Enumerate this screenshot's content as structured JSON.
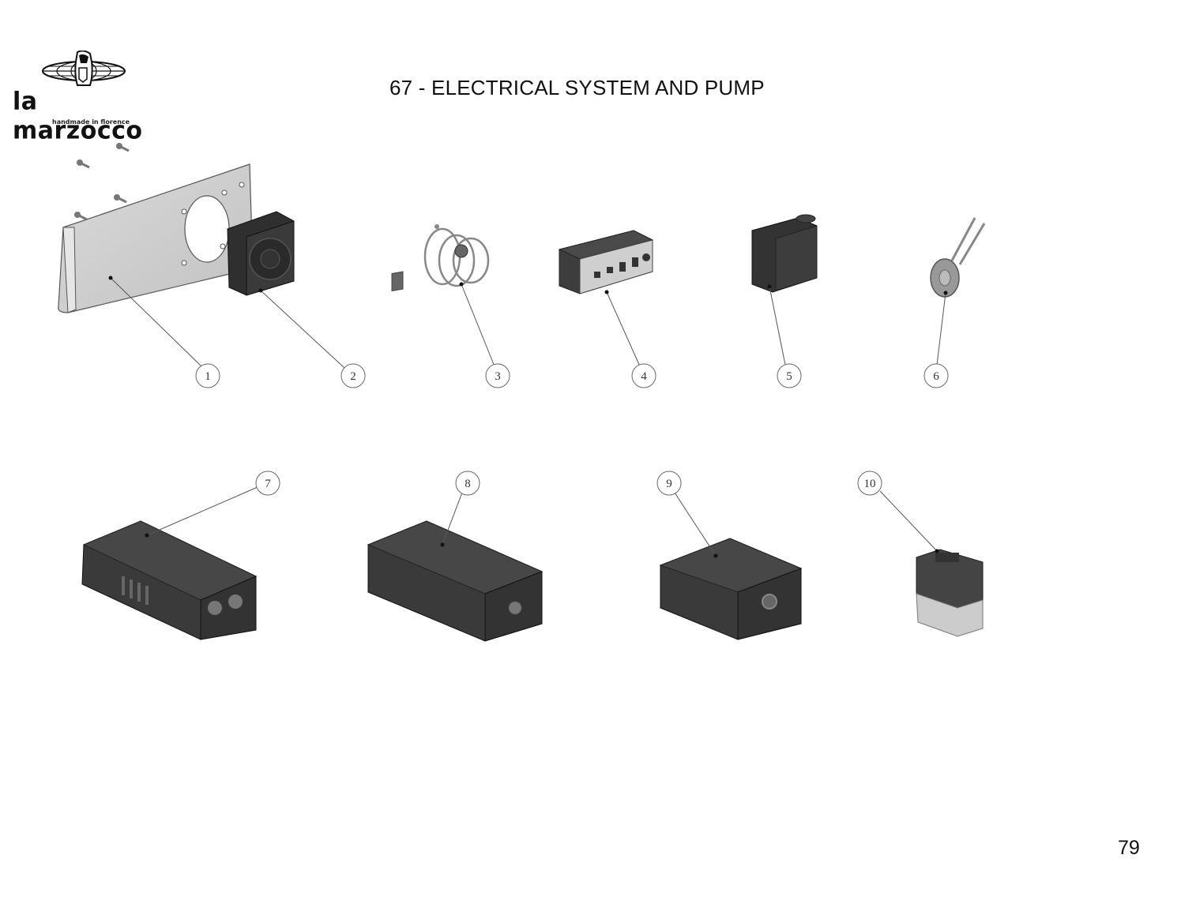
{
  "header": {
    "brand": "la marzocco",
    "tagline": "handmade in florence",
    "title": "67 - ELECTRICAL SYSTEM AND PUMP"
  },
  "callouts": [
    {
      "label": "1",
      "part": "mounting-bracket-with-screws"
    },
    {
      "label": "2",
      "part": "cooling-fan"
    },
    {
      "label": "3",
      "part": "temperature-probe-coil"
    },
    {
      "label": "4",
      "part": "control-box-with-panel"
    },
    {
      "label": "5",
      "part": "small-relay-box"
    },
    {
      "label": "6",
      "part": "toroidal-coil"
    },
    {
      "label": "7",
      "part": "control-unit-box"
    },
    {
      "label": "8",
      "part": "control-unit-box"
    },
    {
      "label": "9",
      "part": "control-unit-box"
    },
    {
      "label": "10",
      "part": "contactor"
    }
  ],
  "footer": {
    "page_number": "79"
  }
}
